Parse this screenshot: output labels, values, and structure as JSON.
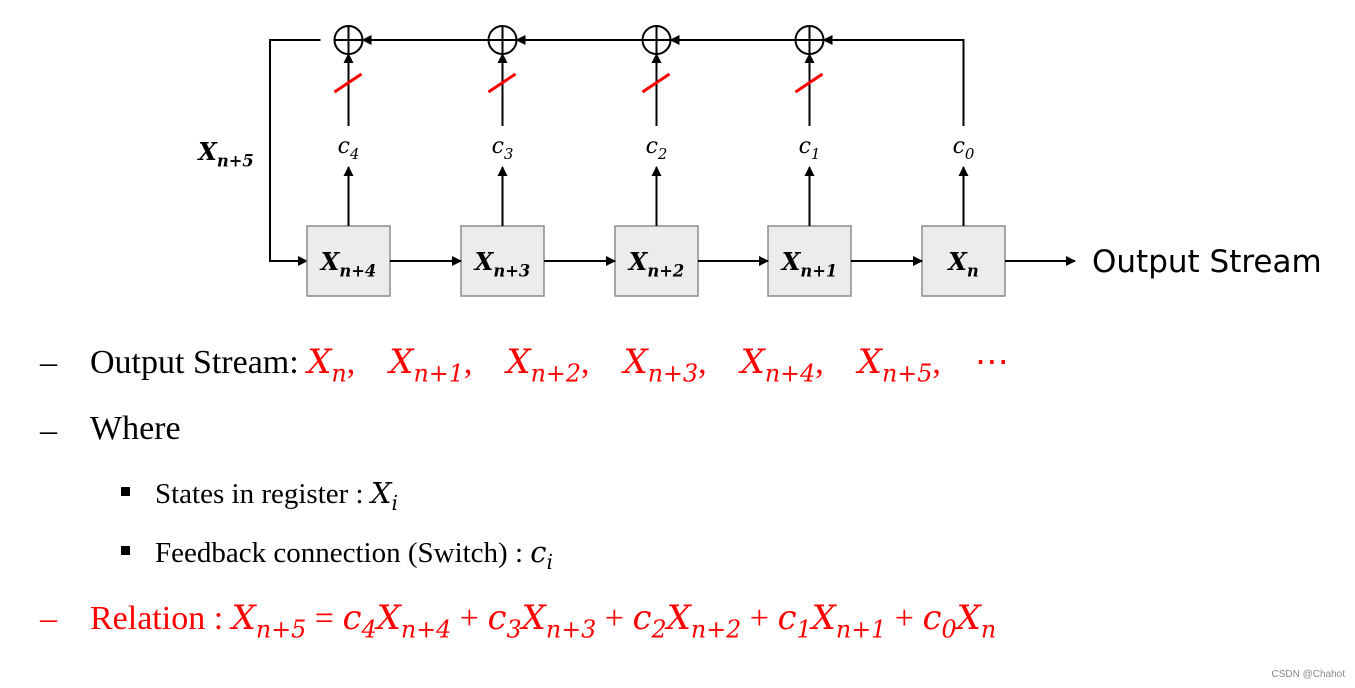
{
  "diagram": {
    "registers": [
      {
        "base": "X",
        "sub": "n+4"
      },
      {
        "base": "X",
        "sub": "n+3"
      },
      {
        "base": "X",
        "sub": "n+2"
      },
      {
        "base": "X",
        "sub": "n+1"
      },
      {
        "base": "X",
        "sub": "n"
      }
    ],
    "coefficients": [
      {
        "base": "c",
        "sub": "4"
      },
      {
        "base": "c",
        "sub": "3"
      },
      {
        "base": "c",
        "sub": "2"
      },
      {
        "base": "c",
        "sub": "1"
      },
      {
        "base": "c",
        "sub": "0"
      }
    ],
    "feedback_label": {
      "base": "X",
      "sub": "n+5"
    },
    "output_label": "Output Stream",
    "colors": {
      "switch": "#ff0000",
      "box_fill": "#ececec",
      "box_border": "#8c8c8c",
      "line": "#000000"
    }
  },
  "bullets": {
    "output_stream": {
      "label": "Output Stream: ",
      "terms": [
        "n",
        "n+1",
        "n+2",
        "n+3",
        "n+4",
        "n+5"
      ],
      "ellipsis": "⋯"
    },
    "where_label": "Where",
    "states": {
      "label": "States in register : ",
      "base": "X",
      "sub": "i"
    },
    "feedback": {
      "label": "Feedback connection (Switch) : ",
      "base": "c",
      "sub": "i"
    },
    "relation": {
      "label": "Relation : ",
      "lhs_base": "X",
      "lhs_sub": "n+5",
      "eq": " = ",
      "terms": [
        {
          "c": "4",
          "x": "n+4"
        },
        {
          "c": "3",
          "x": "n+3"
        },
        {
          "c": "2",
          "x": "n+2"
        },
        {
          "c": "1",
          "x": "n+1"
        },
        {
          "c": "0",
          "x": "n"
        }
      ],
      "plus": " + "
    },
    "dash": "–",
    "colors": {
      "highlight": "#ff0000"
    }
  },
  "watermark": "CSDN @Chahot"
}
